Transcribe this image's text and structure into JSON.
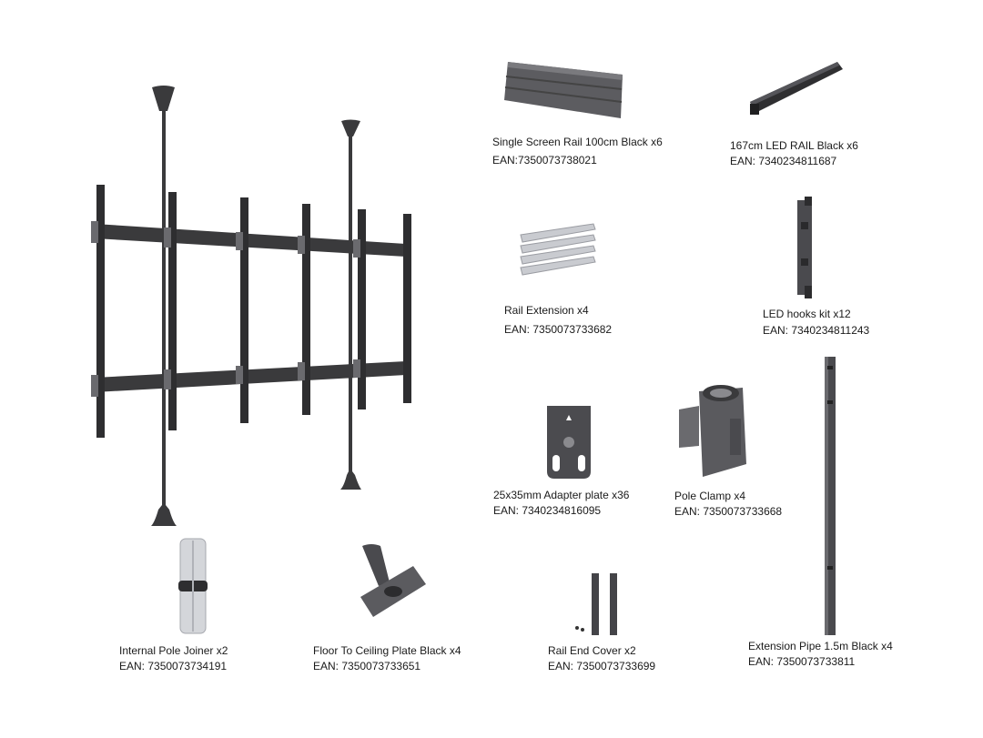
{
  "items": [
    {
      "name": "Single Screen Rail 100cm Black x6",
      "ean": "EAN:7350073738021"
    },
    {
      "name": "167cm LED RAIL  Black x6",
      "ean": "EAN: 7340234811687"
    },
    {
      "name": "Rail Extension x4",
      "ean": "EAN: 7350073733682"
    },
    {
      "name": "LED hooks kit x12",
      "ean": "EAN: 7340234811243"
    },
    {
      "name": "25x35mm Adapter plate x36",
      "ean": "EAN: 7340234816095"
    },
    {
      "name": "Pole Clamp x4",
      "ean": "EAN: 7350073733668"
    },
    {
      "name": "Internal Pole Joiner x2",
      "ean": "EAN: 7350073734191"
    },
    {
      "name": "Floor To Ceiling Plate Black x4",
      "ean": "EAN: 7350073733651"
    },
    {
      "name": "Rail End Cover x2",
      "ean": "EAN: 7350073733699"
    },
    {
      "name": "Extension Pipe 1.5m Black x4",
      "ean": "EAN: 7350073733811"
    }
  ],
  "colors": {
    "metal_dark": "#3a3a3c",
    "metal_mid": "#5a5a5e",
    "metal_light": "#8a8a8e",
    "silver": "#c9cbd0",
    "text": "#1a1a1a"
  }
}
